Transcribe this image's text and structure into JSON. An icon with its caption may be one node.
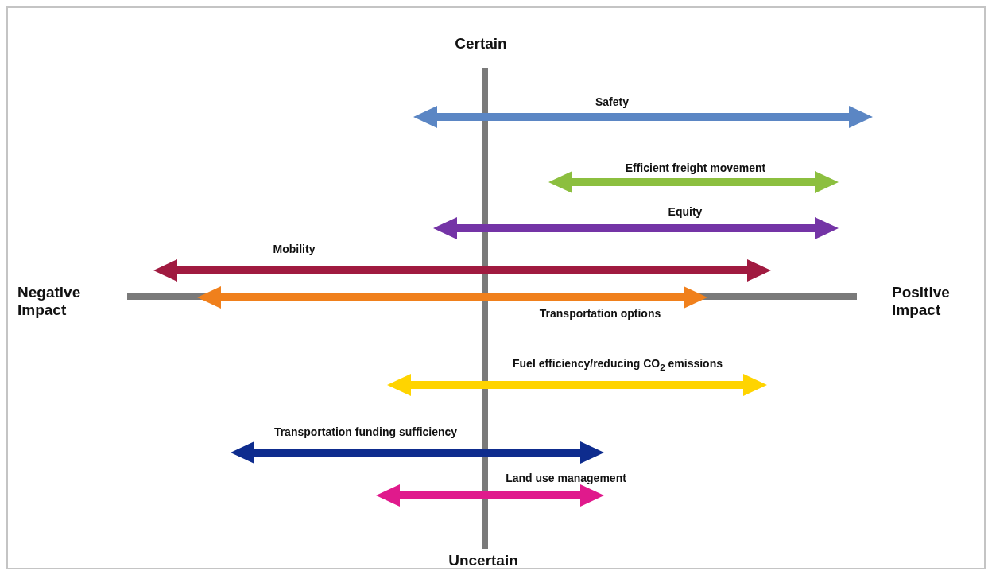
{
  "diagram": {
    "labels": [
      "Certain",
      "Safety",
      "Efficient freight movement",
      "Equity",
      "Mobility",
      "Negative Impact",
      "Positive Impact",
      "Transportation options",
      "Fuel efficiency/reducing CO$_{2}$ emissions",
      "Transportation funding sufficiency",
      "Land use management",
      "Uncertain"
    ]
  }
}
